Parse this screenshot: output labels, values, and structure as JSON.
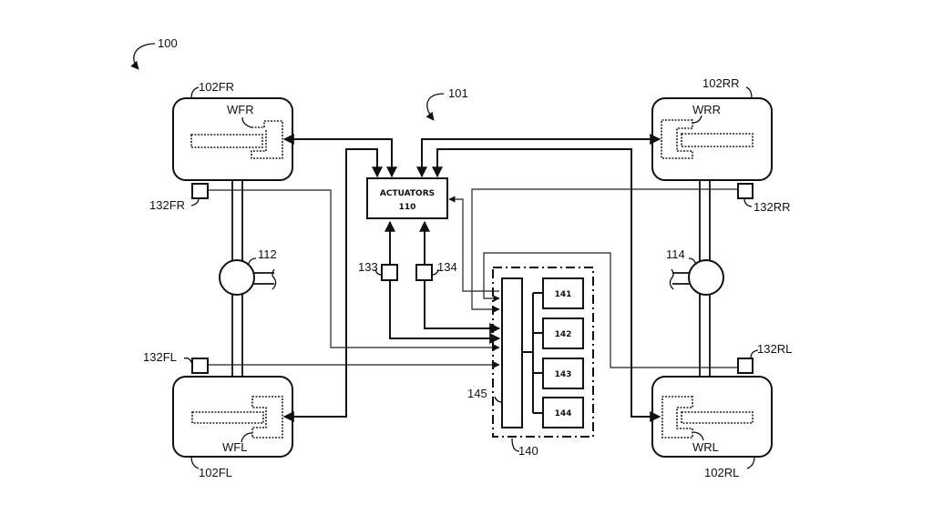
{
  "figure": {
    "system_ref": "100",
    "subsystem_ref": "101",
    "actuators": {
      "title": "ACTUATORS",
      "ref": "110"
    },
    "differentials": {
      "front": "112",
      "rear": "114"
    },
    "wheel_modules": {
      "front_right": {
        "ref": "102FR",
        "wheel": "WFR"
      },
      "rear_right": {
        "ref": "102RR",
        "wheel": "WRR"
      },
      "front_left": {
        "ref": "102FL",
        "wheel": "WFL"
      },
      "rear_left": {
        "ref": "102RL",
        "wheel": "WRL"
      }
    },
    "wheel_sensors": {
      "front_right": "132FR",
      "rear_right": "132RR",
      "front_left": "132FL",
      "rear_left": "132RL"
    },
    "sensors": {
      "s133": "133",
      "s134": "134"
    },
    "controller": {
      "ref": "140",
      "bus_ref": "145",
      "modules": [
        "141",
        "142",
        "143",
        "144"
      ]
    }
  }
}
